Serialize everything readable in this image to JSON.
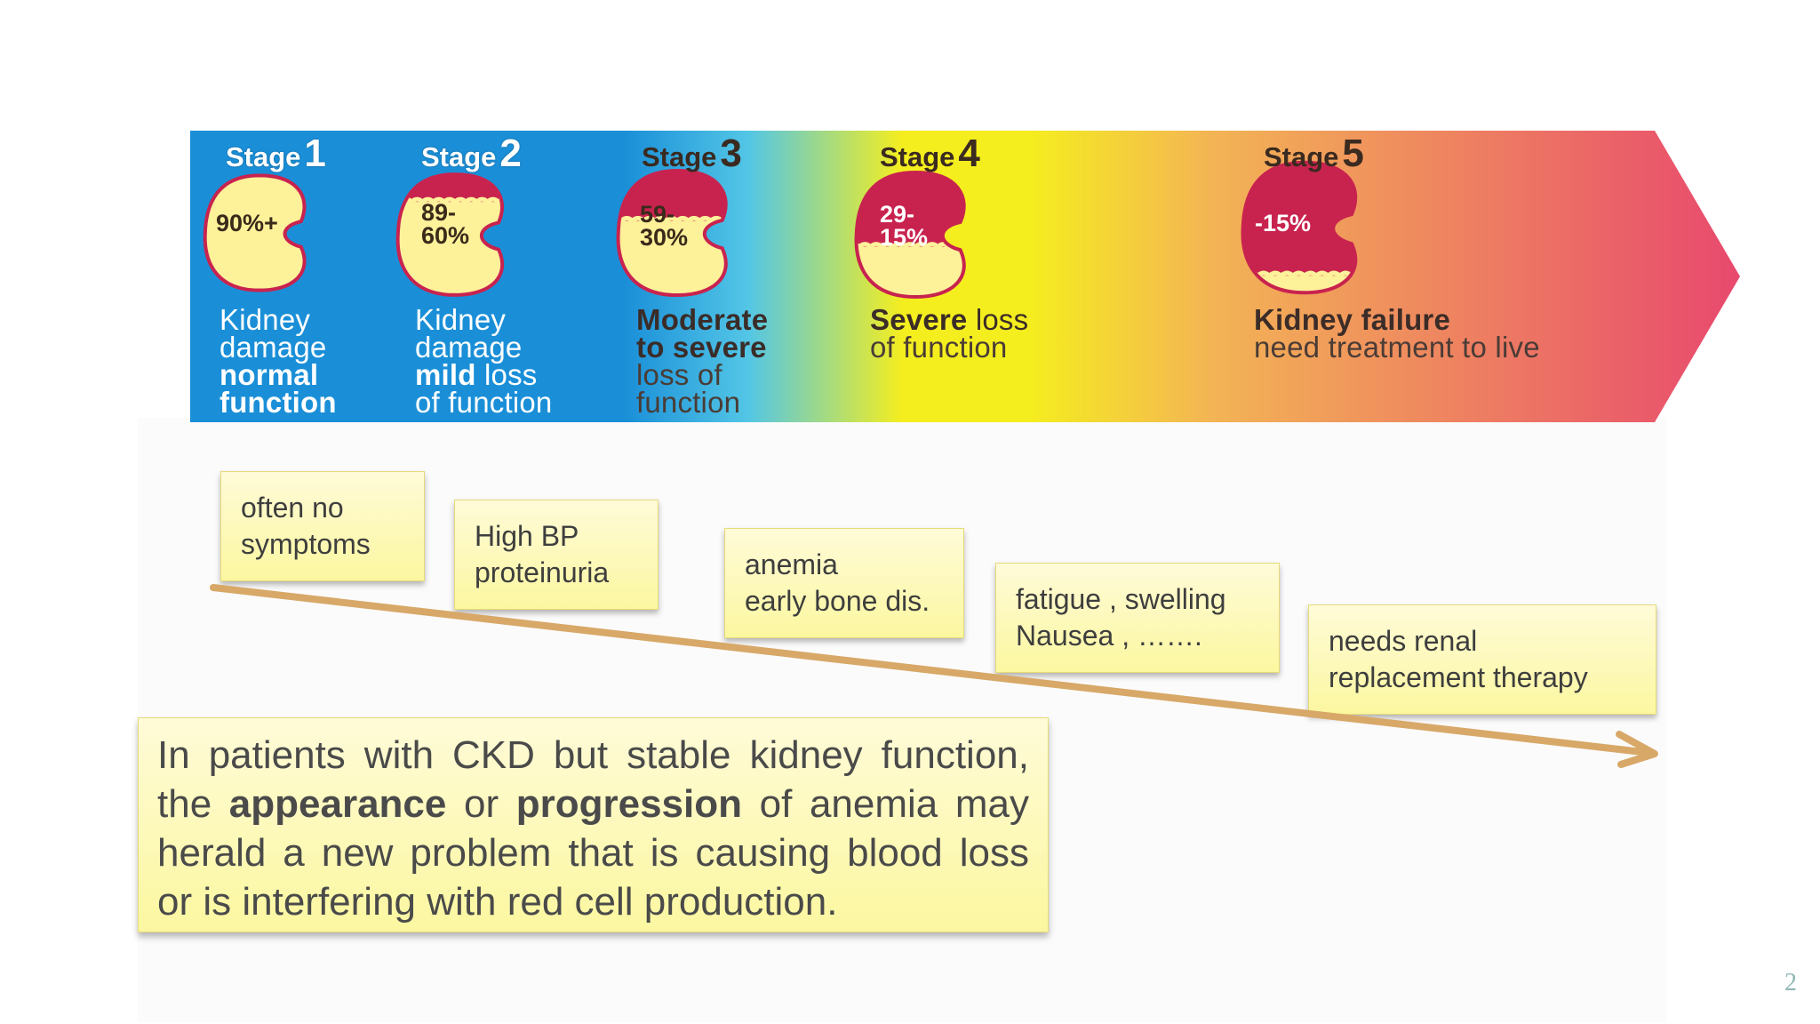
{
  "stages": [
    {
      "word": "Stage",
      "number": "1",
      "percent": [
        "90%+"
      ],
      "desc": [
        {
          "t": "Kidney",
          "w": "n"
        },
        {
          "t": "damage",
          "w": "n"
        },
        {
          "t": "normal",
          "w": "b"
        },
        {
          "t": "function",
          "w": "b"
        }
      ]
    },
    {
      "word": "Stage",
      "number": "2",
      "percent": [
        "89-",
        "60%"
      ],
      "desc": [
        {
          "t": "Kidney",
          "w": "n"
        },
        {
          "t": "damage",
          "w": "n"
        },
        {
          "t": "mild loss",
          "w": "mb"
        },
        {
          "t": "of function",
          "w": "n"
        }
      ]
    },
    {
      "word": "Stage",
      "number": "3",
      "percent": [
        "59-",
        "30%"
      ],
      "desc": [
        {
          "t": "Moderate",
          "w": "b"
        },
        {
          "t": "to severe",
          "w": "b"
        },
        {
          "t": "loss of",
          "w": "n"
        },
        {
          "t": "function",
          "w": "n"
        }
      ]
    },
    {
      "word": "Stage",
      "number": "4",
      "percent": [
        "29-",
        "15%"
      ],
      "desc": [
        {
          "t": "Severe loss",
          "w": "sb"
        },
        {
          "t": "of function",
          "w": "n"
        }
      ]
    },
    {
      "word": "Stage",
      "number": "5",
      "percent": [
        "-15%"
      ],
      "desc": [
        {
          "t": "Kidney failure",
          "w": "b"
        },
        {
          "t": "need treatment to live",
          "w": "n"
        }
      ]
    }
  ],
  "symptoms": [
    [
      "often no",
      "symptoms"
    ],
    [
      "High BP",
      "proteinuria"
    ],
    [
      "anemia",
      "early bone dis."
    ],
    [
      "fatigue , swelling",
      "Nausea , ……."
    ],
    [
      "needs renal",
      "replacement therapy"
    ]
  ],
  "note_lines": [
    "In patients with CKD but stable kidney function,",
    "the appearance or progression of anemia may",
    "herald a new problem that is causing blood loss",
    "or is interfering with red cell production."
  ],
  "note_bold": [
    "appearance",
    "progression"
  ],
  "page_number": "2",
  "colors": {
    "blue": "#1a8fd8",
    "cyan": "#53c6e6",
    "yellow": "#f5ee1e",
    "orange": "#f3b455",
    "pink": "#e8496e",
    "kidney_red": "#c8234f",
    "kidney_fill": "#fdf19a",
    "arrow": "#d8a868",
    "box_fill": "#fcf9b6"
  }
}
